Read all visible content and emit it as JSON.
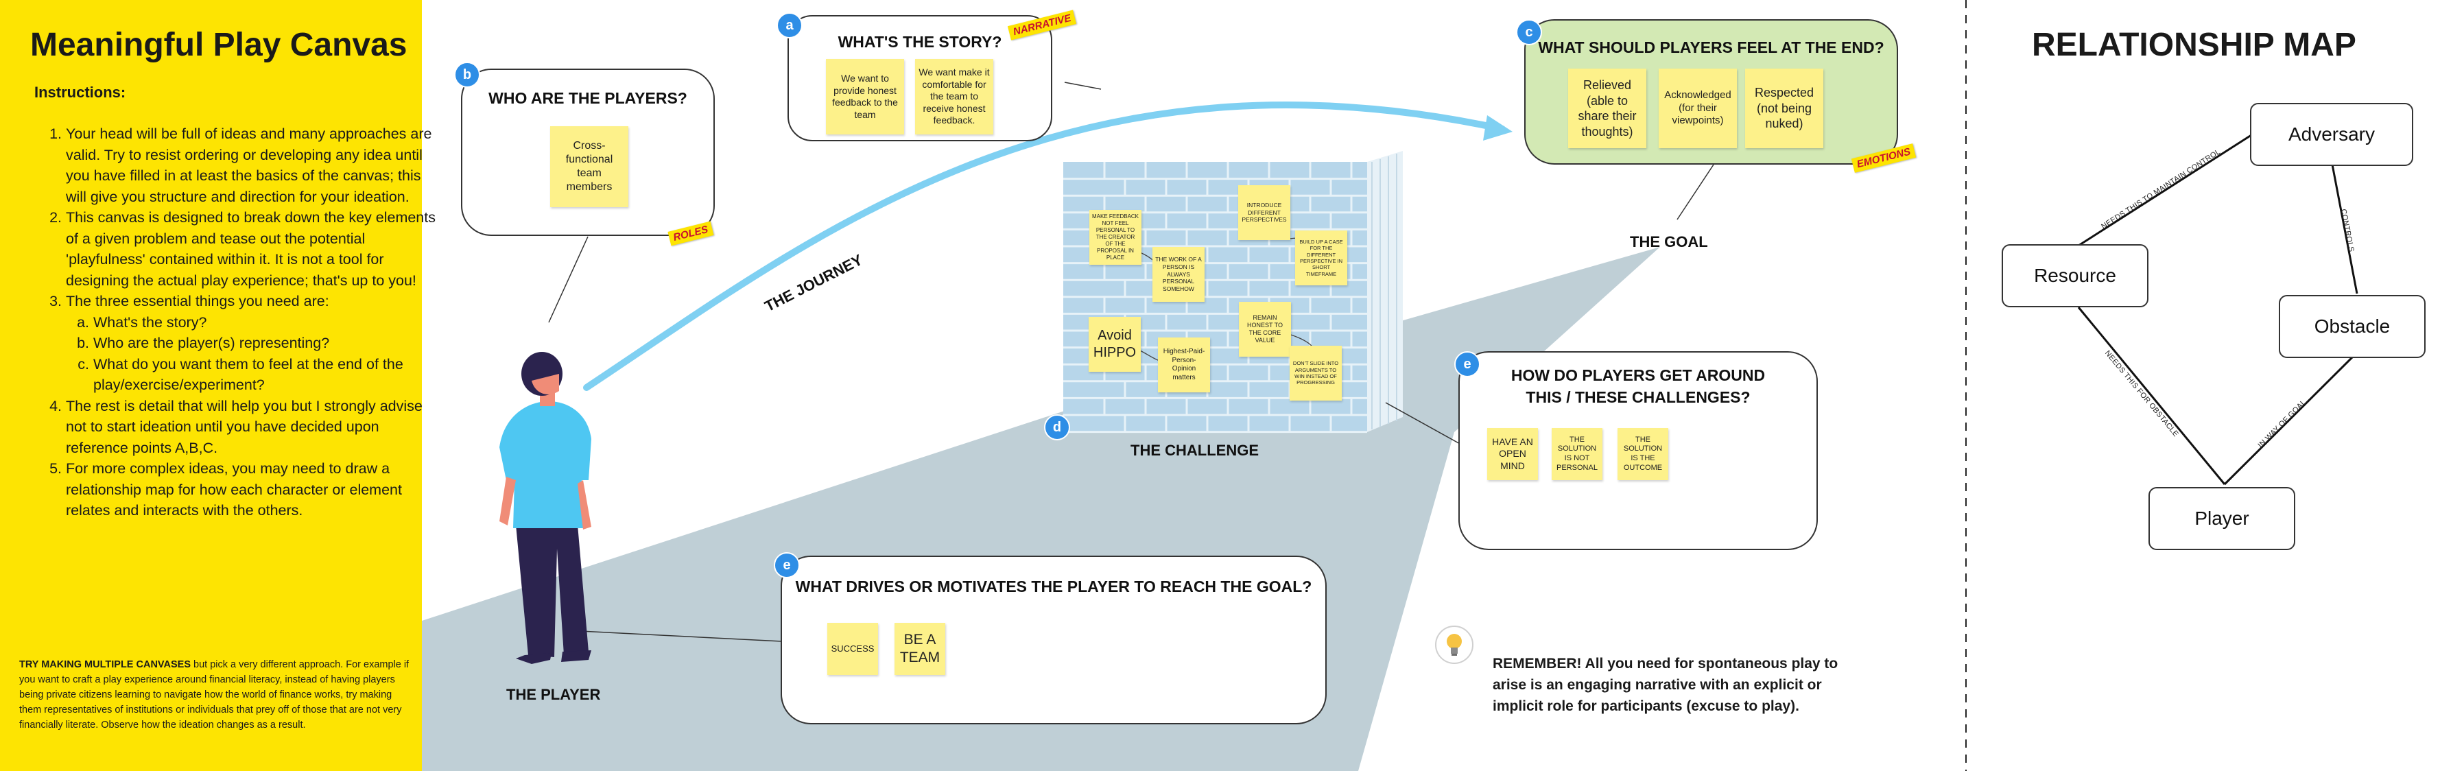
{
  "left_panel": {
    "title": "Meaningful Play Canvas",
    "instructions_heading": "Instructions:",
    "items": [
      "Your head will be full of ideas and many approaches are valid. Try to resist ordering or developing any idea until you have filled in at least the basics of the canvas; this will give you structure and direction for your ideation.",
      "This canvas is designed to break down the key elements of a given problem and tease out the potential 'playfulness' contained within it. It is not a tool for designing the actual play experience; that's up to you!",
      "The three essential things you need are:",
      "The rest is detail that will help you but I strongly advise not to start ideation until you have decided upon reference points A,B,C.",
      "For more complex ideas, you may need to draw a relationship map for how each character or element relates and interacts with the others."
    ],
    "sub_items": [
      "What's the story?",
      "Who are the player(s) representing?",
      "What do you want them to feel at the end of the play/exercise/experiment?"
    ],
    "tip_bold": "TRY MAKING MULTIPLE CANVASES",
    "tip_text": " but pick a very different approach. For example if you want to craft a play experience around financial literacy, instead of having players being private citizens learning to navigate how the world of finance works, try making them representatives of institutions or individuals that prey off of those that are not very financially literate. Observe how the ideation changes as a result."
  },
  "boxes": {
    "players": {
      "badge": "b",
      "title": "WHO ARE THE PLAYERS?",
      "tag": "ROLES",
      "stickies": [
        "Cross-functional team members"
      ]
    },
    "story": {
      "badge": "a",
      "title": "WHAT'S THE STORY?",
      "tag": "NARRATIVE",
      "stickies": [
        "We want to provide honest feedback to the team",
        "We want make it comfortable for the team to receive honest feedback."
      ]
    },
    "feel": {
      "badge": "c",
      "title": "WHAT SHOULD PLAYERS FEEL AT THE END?",
      "tag": "EMOTIONS",
      "stickies": [
        "Relieved (able to share their thoughts)",
        "Acknowledged (for their viewpoints)",
        "Respected (not being nuked)"
      ]
    },
    "around": {
      "badge": "e",
      "title_line1": "HOW DO PLAYERS GET AROUND",
      "title_line2": "THIS / THESE CHALLENGES?",
      "stickies": [
        "HAVE AN OPEN MIND",
        "THE SOLUTION IS NOT PERSONAL",
        "THE SOLUTION IS THE OUTCOME"
      ]
    },
    "drives": {
      "badge": "e",
      "title": "WHAT DRIVES OR MOTIVATES THE PLAYER TO REACH THE GOAL?",
      "stickies": [
        "SUCCESS",
        "BE A TEAM"
      ]
    }
  },
  "challenge": {
    "badge": "d",
    "stickies": [
      "MAKE FEEDBACK NOT FEEL PERSONAL TO THE CREATOR OF THE PROPOSAL IN PLACE",
      "THE WORK OF A PERSON IS ALWAYS PERSONAL SOMEHOW",
      "INTRODUCE DIFFERENT PERSPECTIVES",
      "BUILD UP A CASE FOR THE DIFFERENT PERSPECTIVE IN SHORT TIMEFRAME",
      "Avoid HIPPO",
      "Highest-Paid-Person-Opinion matters",
      "REMAIN HONEST TO THE CORE VALUE",
      "DON'T SLIDE INTO ARGUMENTS TO WIN INSTEAD OF PROGRESSING"
    ]
  },
  "captions": {
    "journey": "THE JOURNEY",
    "goal": "THE GOAL",
    "challenge": "THE CHALLENGE",
    "player": "THE PLAYER"
  },
  "remember": "REMEMBER! All you need for spontaneous play to arise is an engaging narrative with an explicit or implicit role for participants (excuse to play).",
  "relationship_map": {
    "title": "RELATIONSHIP MAP",
    "nodes": {
      "adversary": "Adversary",
      "resource": "Resource",
      "obstacle": "Obstacle",
      "player": "Player"
    },
    "edges": {
      "resource_adversary": "NEEDS THIS TO MAINTAIN CONTROL",
      "adversary_obstacle": "CONTROLS",
      "resource_player": "NEEDS THIS FOR OBSTACLE",
      "obstacle_player": "IN WAY OF GOAL"
    }
  },
  "colors": {
    "panel_yellow": "#fde402",
    "sticky": "#fdf18a",
    "badge_blue": "#2e8ee6",
    "feel_box_green": "#d3e9b4",
    "path_gray": "#bfcfd6",
    "journey_arrow": "#7fd0f2",
    "wall_blue": "#b7d6ea"
  }
}
